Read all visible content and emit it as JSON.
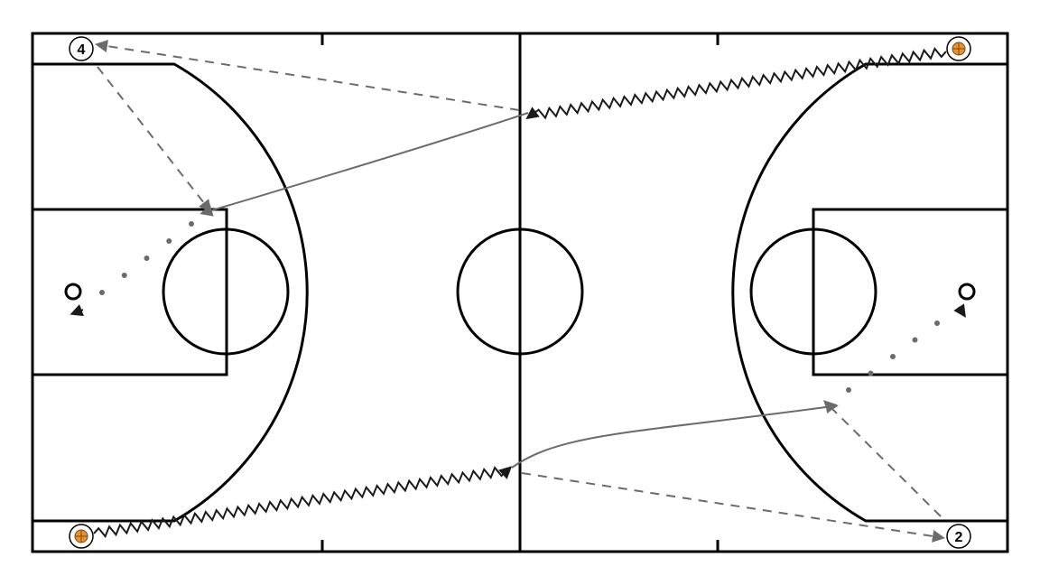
{
  "diagram": {
    "type": "basketball-court-drill",
    "colors": {
      "court_lines": "#000000",
      "movement": "#6b6b6b",
      "dribble": "#1a1a1a",
      "ball": "#e8912d"
    },
    "players": [
      {
        "id": "player-4",
        "label": "4"
      },
      {
        "id": "player-2",
        "label": "2"
      }
    ],
    "balls": [
      {
        "id": "ball-top-right"
      },
      {
        "id": "ball-bottom-left"
      }
    ],
    "legend_symbols": {
      "dribble": "zigzag-line",
      "pass": "dashed-line",
      "cut": "solid-line",
      "shot": "dotted-line"
    }
  }
}
